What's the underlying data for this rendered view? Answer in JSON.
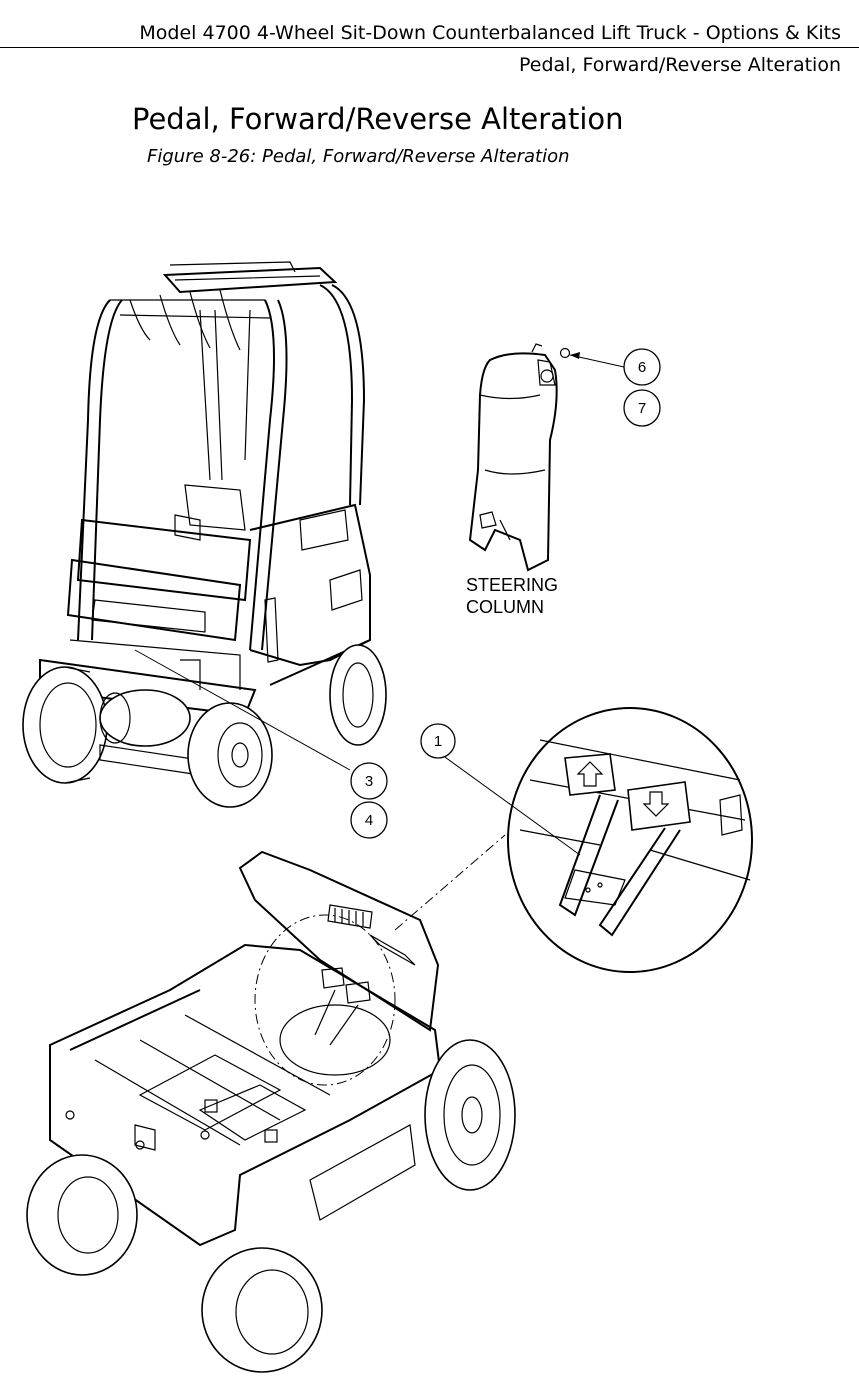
{
  "header": {
    "line1": "Model 4700 4-Wheel Sit-Down Counterbalanced Lift Truck - Options & Kits",
    "line2": "Pedal, Forward/Reverse Alteration"
  },
  "section_title": "Pedal, Forward/Reverse Alteration",
  "figure_caption": "Figure 8-26: Pedal, Forward/Reverse Alteration",
  "figure": {
    "steering_label_line1": "STEERING",
    "steering_label_line2": "COLUMN",
    "callouts": [
      "1",
      "3",
      "4",
      "6",
      "7"
    ]
  }
}
